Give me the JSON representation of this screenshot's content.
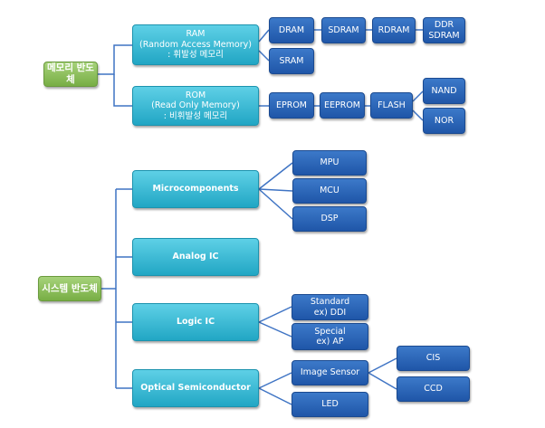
{
  "memory": {
    "root": "메모리 반도체",
    "ram": "RAM\n(Random Access Memory)\n: 휘발성 메모리",
    "rom": "ROM\n(Read Only Memory)\n: 비휘발성 메모리",
    "dram": "DRAM",
    "sdram": "SDRAM",
    "rdram": "RDRAM",
    "ddr_sdram": "DDR\nSDRAM",
    "sram": "SRAM",
    "eprom": "EPROM",
    "eeprom": "EEPROM",
    "flash": "FLASH",
    "nand": "NAND",
    "nor": "NOR"
  },
  "system": {
    "root": "시스템 반도체",
    "micro": "Microcomponents",
    "analog": "Analog IC",
    "logic": "Logic IC",
    "optical": "Optical Semiconductor",
    "mpu": "MPU",
    "mcu": "MCU",
    "dsp": "DSP",
    "standard": "Standard\nex) DDI",
    "special": "Special\nex) AP",
    "image_sensor": "Image Sensor",
    "led": "LED",
    "cis": "CIS",
    "ccd": "CCD"
  }
}
